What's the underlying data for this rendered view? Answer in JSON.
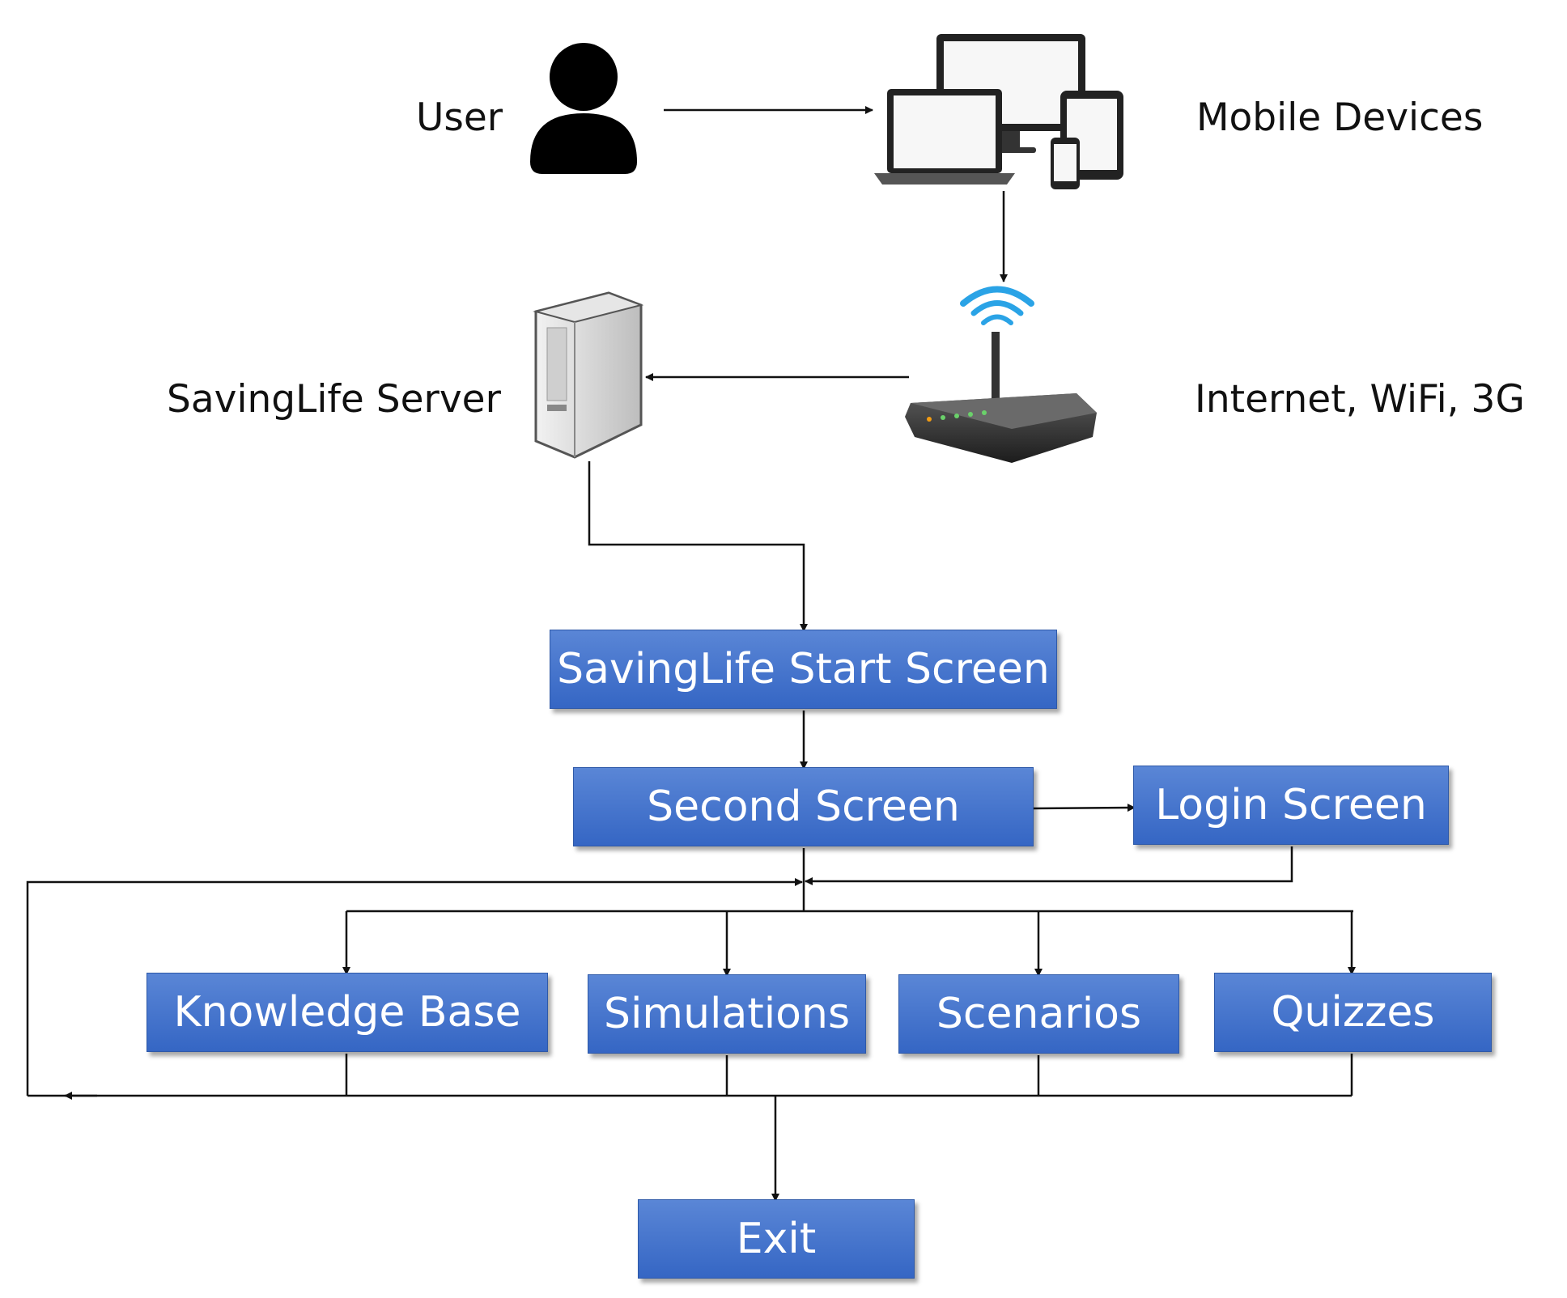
{
  "labels": {
    "user": "User",
    "mobile_devices": "Mobile Devices",
    "server": "SavingLife Server",
    "network": "Internet, WiFi, 3G"
  },
  "screens": {
    "start": "SavingLife Start Screen",
    "second": "Second Screen",
    "login": "Login Screen",
    "knowledge_base": "Knowledge Base",
    "simulations": "Simulations",
    "scenarios": "Scenarios",
    "quizzes": "Quizzes",
    "exit": "Exit"
  },
  "icons": {
    "user": "user-icon",
    "devices": "devices-icon",
    "router": "wifi-router-icon",
    "server": "server-icon"
  },
  "colors": {
    "box_top": "#5a86d6",
    "box_bottom": "#3566c4",
    "line": "#111111",
    "wifi": "#2aa3e6"
  }
}
